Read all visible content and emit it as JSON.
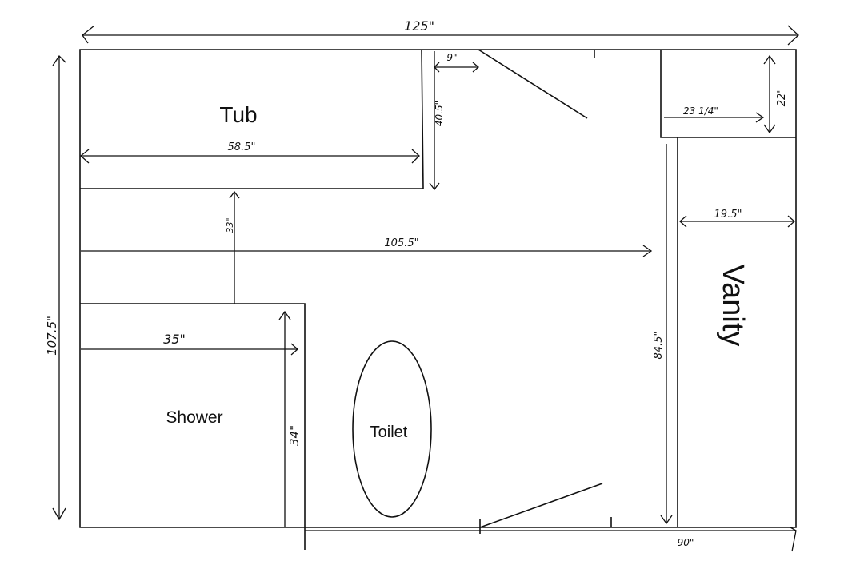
{
  "rooms": {
    "tub": "Tub",
    "shower": "Shower",
    "toilet": "Toilet",
    "vanity": "Vanity"
  },
  "dimensions": {
    "overall_width": "125\"",
    "overall_height": "107.5\"",
    "tub_width": "58.5\"",
    "door_gap": "9\"",
    "tub_wall_depth": "40.5\"",
    "cabinet_width": "23 1/4\"",
    "cabinet_depth": "22\"",
    "vanity_width": "19.5\"",
    "tub_to_shower": "33\"",
    "room_width": "105.5\"",
    "shower_width": "35\"",
    "shower_depth": "34\"",
    "vanity_length": "84.5\"",
    "bottom_run": "90\""
  }
}
